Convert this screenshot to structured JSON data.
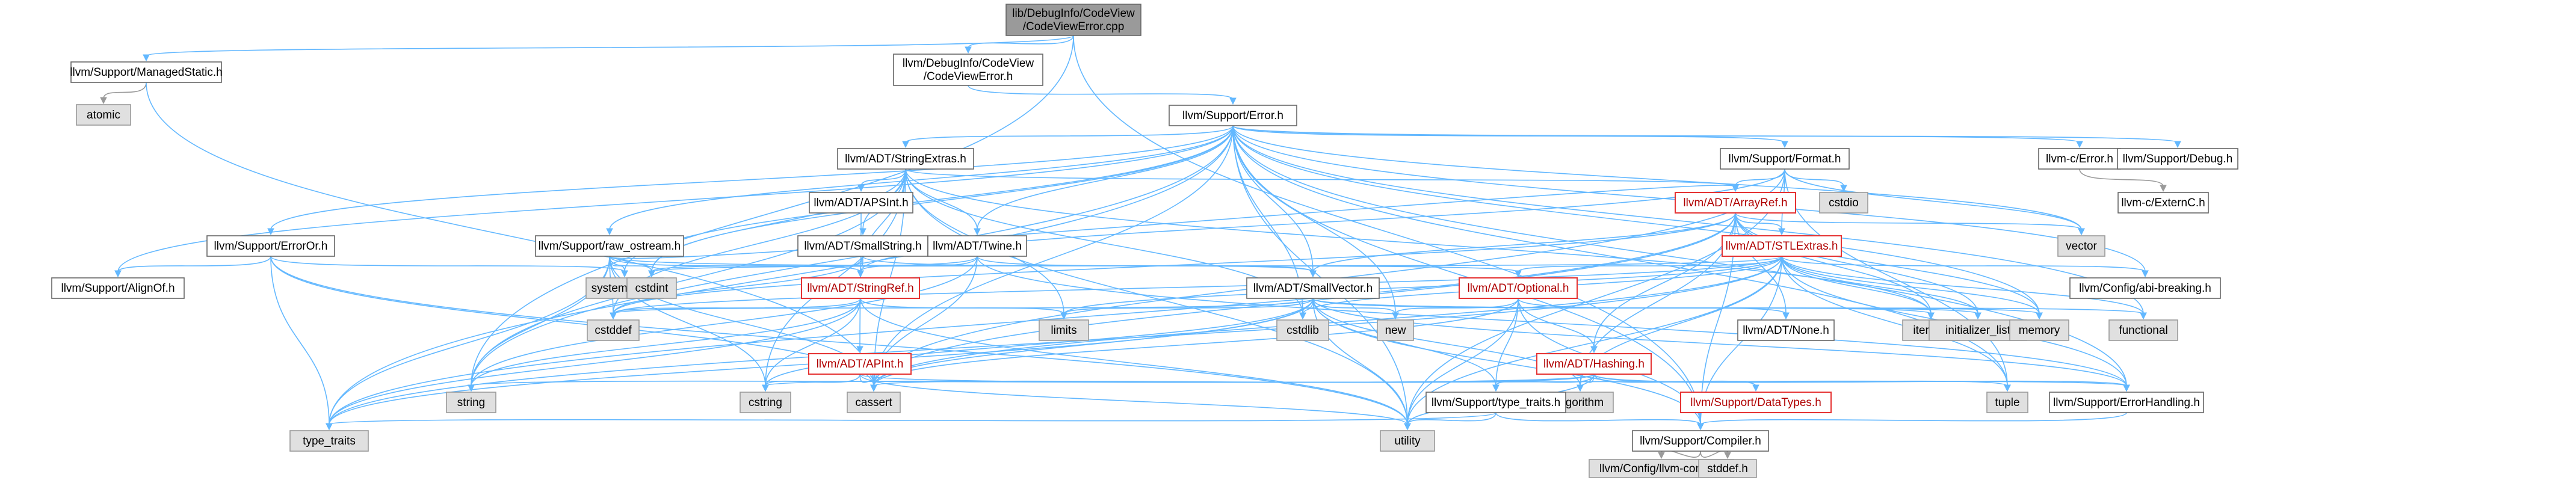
{
  "diagram": {
    "nodes": [
      {
        "id": "root",
        "label": [
          "lib/DebugInfo/CodeView",
          "/CodeViewError.cpp"
        ],
        "kind": "root"
      },
      {
        "id": "managed",
        "label": [
          "llvm/Support/ManagedStatic.h"
        ],
        "kind": "default"
      },
      {
        "id": "cverr",
        "label": [
          "llvm/DebugInfo/CodeView",
          "/CodeViewError.h"
        ],
        "kind": "default"
      },
      {
        "id": "atomic",
        "label": [
          "atomic"
        ],
        "kind": "system"
      },
      {
        "id": "error",
        "label": [
          "llvm/Support/Error.h"
        ],
        "kind": "default"
      },
      {
        "id": "strext",
        "label": [
          "llvm/ADT/StringExtras.h"
        ],
        "kind": "default"
      },
      {
        "id": "format",
        "label": [
          "llvm/Support/Format.h"
        ],
        "kind": "default"
      },
      {
        "id": "cerror",
        "label": [
          "llvm-c/Error.h"
        ],
        "kind": "default"
      },
      {
        "id": "debug",
        "label": [
          "llvm/Support/Debug.h"
        ],
        "kind": "default"
      },
      {
        "id": "externc",
        "label": [
          "llvm-c/ExternC.h"
        ],
        "kind": "default"
      },
      {
        "id": "apsint",
        "label": [
          "llvm/ADT/APSInt.h"
        ],
        "kind": "default"
      },
      {
        "id": "arrayref",
        "label": [
          "llvm/ADT/ArrayRef.h"
        ],
        "kind": "red"
      },
      {
        "id": "cstdio",
        "label": [
          "cstdio"
        ],
        "kind": "system"
      },
      {
        "id": "vector",
        "label": [
          "vector"
        ],
        "kind": "system"
      },
      {
        "id": "erroror",
        "label": [
          "llvm/Support/ErrorOr.h"
        ],
        "kind": "default"
      },
      {
        "id": "rawos",
        "label": [
          "llvm/Support/raw_ostream.h"
        ],
        "kind": "default"
      },
      {
        "id": "smallstr",
        "label": [
          "llvm/ADT/SmallString.h"
        ],
        "kind": "default"
      },
      {
        "id": "twine",
        "label": [
          "llvm/ADT/Twine.h"
        ],
        "kind": "default"
      },
      {
        "id": "stlext",
        "label": [
          "llvm/ADT/STLExtras.h"
        ],
        "kind": "red"
      },
      {
        "id": "cfgabi",
        "label": [
          "llvm/Config/abi-breaking.h"
        ],
        "kind": "default"
      },
      {
        "id": "alignof",
        "label": [
          "llvm/Support/AlignOf.h"
        ],
        "kind": "default"
      },
      {
        "id": "syserr",
        "label": [
          "system_error"
        ],
        "kind": "system"
      },
      {
        "id": "cstdint",
        "label": [
          "cstdint"
        ],
        "kind": "system"
      },
      {
        "id": "strref",
        "label": [
          "llvm/ADT/StringRef.h"
        ],
        "kind": "red"
      },
      {
        "id": "smallvec",
        "label": [
          "llvm/ADT/SmallVector.h"
        ],
        "kind": "default"
      },
      {
        "id": "optional",
        "label": [
          "llvm/ADT/Optional.h"
        ],
        "kind": "red"
      },
      {
        "id": "none",
        "label": [
          "llvm/ADT/None.h"
        ],
        "kind": "default"
      },
      {
        "id": "iterator",
        "label": [
          "iterator"
        ],
        "kind": "system"
      },
      {
        "id": "initlist",
        "label": [
          "initializer_list"
        ],
        "kind": "system"
      },
      {
        "id": "memory",
        "label": [
          "memory"
        ],
        "kind": "system"
      },
      {
        "id": "functional",
        "label": [
          "functional"
        ],
        "kind": "system"
      },
      {
        "id": "cstddef",
        "label": [
          "cstddef"
        ],
        "kind": "system"
      },
      {
        "id": "apint",
        "label": [
          "llvm/ADT/APInt.h"
        ],
        "kind": "red"
      },
      {
        "id": "limits",
        "label": [
          "limits"
        ],
        "kind": "system"
      },
      {
        "id": "cstdlib",
        "label": [
          "cstdlib"
        ],
        "kind": "system"
      },
      {
        "id": "new",
        "label": [
          "new"
        ],
        "kind": "system"
      },
      {
        "id": "hashing",
        "label": [
          "llvm/ADT/Hashing.h"
        ],
        "kind": "red"
      },
      {
        "id": "string",
        "label": [
          "string"
        ],
        "kind": "system"
      },
      {
        "id": "cstring",
        "label": [
          "cstring"
        ],
        "kind": "system"
      },
      {
        "id": "cassert",
        "label": [
          "cassert"
        ],
        "kind": "system"
      },
      {
        "id": "algorithm",
        "label": [
          "algorithm"
        ],
        "kind": "system"
      },
      {
        "id": "typetraits",
        "label": [
          "llvm/Support/type_traits.h"
        ],
        "kind": "default"
      },
      {
        "id": "datatypes",
        "label": [
          "llvm/Support/DataTypes.h"
        ],
        "kind": "red"
      },
      {
        "id": "tuple",
        "label": [
          "tuple"
        ],
        "kind": "system"
      },
      {
        "id": "errhandling",
        "label": [
          "llvm/Support/ErrorHandling.h"
        ],
        "kind": "default"
      },
      {
        "id": "type_traits",
        "label": [
          "type_traits"
        ],
        "kind": "system"
      },
      {
        "id": "utility",
        "label": [
          "utility"
        ],
        "kind": "system"
      },
      {
        "id": "compiler",
        "label": [
          "llvm/Support/Compiler.h"
        ],
        "kind": "default"
      },
      {
        "id": "llvmconfig",
        "label": [
          "llvm/Config/llvm-config.h"
        ],
        "kind": "system"
      },
      {
        "id": "stddef",
        "label": [
          "stddef.h"
        ],
        "kind": "system"
      }
    ],
    "edges": [
      [
        "root",
        "managed"
      ],
      [
        "root",
        "cverr"
      ],
      [
        "root",
        "string"
      ],
      [
        "root",
        "compiler"
      ],
      [
        "managed",
        "atomic"
      ],
      [
        "managed",
        "cassert"
      ],
      [
        "cverr",
        "error"
      ],
      [
        "error",
        "strext"
      ],
      [
        "error",
        "format"
      ],
      [
        "error",
        "cerror"
      ],
      [
        "error",
        "debug"
      ],
      [
        "error",
        "erroror"
      ],
      [
        "error",
        "rawos"
      ],
      [
        "error",
        "twine"
      ],
      [
        "error",
        "smallvec"
      ],
      [
        "error",
        "alignof"
      ],
      [
        "error",
        "syserr"
      ],
      [
        "error",
        "cstdint"
      ],
      [
        "error",
        "cfgabi"
      ],
      [
        "error",
        "errhandling"
      ],
      [
        "error",
        "compiler"
      ],
      [
        "error",
        "type_traits"
      ],
      [
        "error",
        "memory"
      ],
      [
        "error",
        "functional"
      ],
      [
        "error",
        "tuple"
      ],
      [
        "error",
        "utility"
      ],
      [
        "error",
        "new"
      ],
      [
        "error",
        "cstdlib"
      ],
      [
        "error",
        "cassert"
      ],
      [
        "error",
        "string"
      ],
      [
        "error",
        "vector"
      ],
      [
        "strext",
        "apsint"
      ],
      [
        "strext",
        "arrayref"
      ],
      [
        "strext",
        "smallstr"
      ],
      [
        "strext",
        "strref"
      ],
      [
        "strext",
        "twine"
      ],
      [
        "strext",
        "iterator"
      ],
      [
        "strext",
        "cstddef"
      ],
      [
        "strext",
        "cstdint"
      ],
      [
        "strext",
        "cstdlib"
      ],
      [
        "strext",
        "cstring"
      ],
      [
        "strext",
        "limits"
      ],
      [
        "strext",
        "string"
      ],
      [
        "strext",
        "utility"
      ],
      [
        "strext",
        "cassert"
      ],
      [
        "format",
        "arrayref"
      ],
      [
        "format",
        "stlext"
      ],
      [
        "format",
        "strref"
      ],
      [
        "format",
        "cstdio"
      ],
      [
        "format",
        "tuple"
      ],
      [
        "format",
        "utility"
      ],
      [
        "format",
        "vector"
      ],
      [
        "format",
        "cassert"
      ],
      [
        "cerror",
        "externc"
      ],
      [
        "apsint",
        "apint"
      ],
      [
        "arrayref",
        "hashing"
      ],
      [
        "arrayref",
        "none"
      ],
      [
        "arrayref",
        "smallvec"
      ],
      [
        "arrayref",
        "stlext"
      ],
      [
        "arrayref",
        "compiler"
      ],
      [
        "arrayref",
        "algorithm"
      ],
      [
        "arrayref",
        "array_stub"
      ],
      [
        "arrayref",
        "cassert"
      ],
      [
        "arrayref",
        "cstddef"
      ],
      [
        "arrayref",
        "initlist"
      ],
      [
        "arrayref",
        "iterator"
      ],
      [
        "arrayref",
        "memory"
      ],
      [
        "arrayref",
        "type_traits"
      ],
      [
        "arrayref",
        "vector"
      ],
      [
        "erroror",
        "alignof"
      ],
      [
        "erroror",
        "cassert"
      ],
      [
        "erroror",
        "syserr"
      ],
      [
        "erroror",
        "type_traits"
      ],
      [
        "erroror",
        "utility"
      ],
      [
        "rawos",
        "arrayref"
      ],
      [
        "rawos",
        "strref"
      ],
      [
        "rawos",
        "optional"
      ],
      [
        "rawos",
        "cassert"
      ],
      [
        "rawos",
        "cstddef"
      ],
      [
        "rawos",
        "cstdint"
      ],
      [
        "rawos",
        "cstring"
      ],
      [
        "rawos",
        "string"
      ],
      [
        "rawos",
        "syserr"
      ],
      [
        "rawos",
        "type_traits"
      ],
      [
        "smallstr",
        "smallvec"
      ],
      [
        "smallstr",
        "strref"
      ],
      [
        "smallstr",
        "cstddef"
      ],
      [
        "twine",
        "smallvec"
      ],
      [
        "twine",
        "strref"
      ],
      [
        "twine",
        "errhandling"
      ],
      [
        "twine",
        "cassert"
      ],
      [
        "twine",
        "cstdint"
      ],
      [
        "twine",
        "string"
      ],
      [
        "stlext",
        "optional"
      ],
      [
        "stlext",
        "stlext_sub"
      ],
      [
        "stlext",
        "iterator"
      ],
      [
        "stlext",
        "initlist"
      ],
      [
        "stlext",
        "memory"
      ],
      [
        "stlext",
        "functional"
      ],
      [
        "stlext",
        "tuple"
      ],
      [
        "stlext",
        "utility"
      ],
      [
        "stlext",
        "cstdint"
      ],
      [
        "stlext",
        "cstddef"
      ],
      [
        "stlext",
        "limits"
      ],
      [
        "stlext",
        "cassert"
      ],
      [
        "stlext",
        "errhandling"
      ],
      [
        "stlext",
        "cfgabi"
      ],
      [
        "stlext",
        "compiler"
      ],
      [
        "stlext",
        "type_traits"
      ],
      [
        "stlext",
        "algorithm"
      ],
      [
        "stlext",
        "cstdlib"
      ],
      [
        "strref",
        "string"
      ],
      [
        "strref",
        "cstring"
      ],
      [
        "strref",
        "cstddef"
      ],
      [
        "strref",
        "type_traits"
      ],
      [
        "strref",
        "utility"
      ],
      [
        "strref",
        "limits"
      ],
      [
        "smallvec",
        "compiler"
      ],
      [
        "smallvec",
        "type_traits"
      ],
      [
        "smallvec",
        "typetraits"
      ],
      [
        "smallvec",
        "algorithm"
      ],
      [
        "smallvec",
        "cassert"
      ],
      [
        "smallvec",
        "cstddef"
      ],
      [
        "smallvec",
        "cstdlib"
      ],
      [
        "smallvec",
        "cstring"
      ],
      [
        "smallvec",
        "functional"
      ],
      [
        "smallvec",
        "initlist"
      ],
      [
        "smallvec",
        "iterator"
      ],
      [
        "smallvec",
        "limits"
      ],
      [
        "smallvec",
        "memory"
      ],
      [
        "smallvec",
        "new"
      ],
      [
        "smallvec",
        "utility"
      ],
      [
        "smallvec",
        "errhandling"
      ],
      [
        "optional",
        "none"
      ],
      [
        "optional",
        "hashing"
      ],
      [
        "optional",
        "compiler"
      ],
      [
        "optional",
        "typetraits"
      ],
      [
        "optional",
        "cassert"
      ],
      [
        "optional",
        "new"
      ],
      [
        "optional",
        "utility"
      ],
      [
        "apint",
        "cassert"
      ],
      [
        "apint",
        "utility"
      ],
      [
        "apint",
        "cstring"
      ],
      [
        "apint",
        "errhandling"
      ],
      [
        "hashing",
        "datatypes"
      ],
      [
        "hashing",
        "errhandling"
      ],
      [
        "hashing",
        "typetraits"
      ],
      [
        "hashing",
        "algorithm"
      ],
      [
        "hashing",
        "cassert"
      ],
      [
        "hashing",
        "cstring"
      ],
      [
        "hashing",
        "string"
      ],
      [
        "hashing",
        "tuple"
      ],
      [
        "hashing",
        "utility"
      ],
      [
        "typetraits",
        "compiler"
      ],
      [
        "typetraits",
        "type_traits"
      ],
      [
        "typetraits",
        "utility"
      ],
      [
        "errhandling",
        "compiler"
      ],
      [
        "compiler",
        "llvmconfig"
      ],
      [
        "compiler",
        "stddef"
      ]
    ]
  }
}
